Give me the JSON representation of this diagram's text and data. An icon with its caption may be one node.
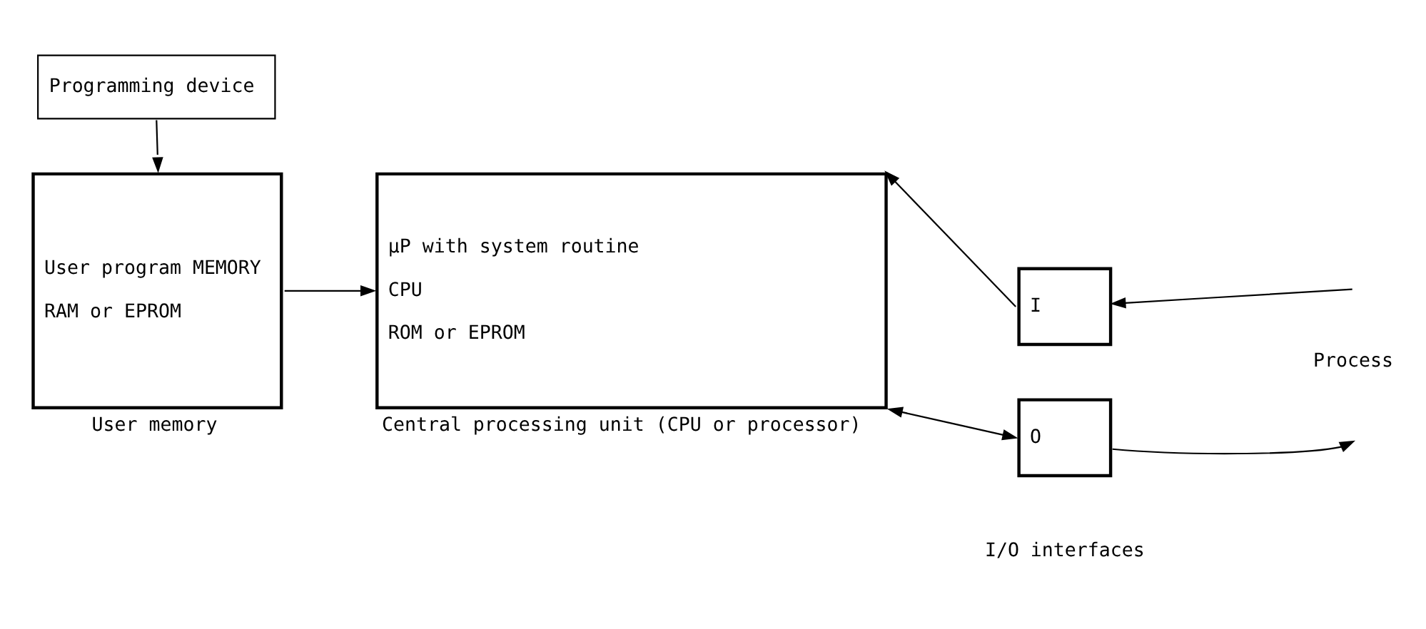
{
  "diagram": {
    "nodes": [
      {
        "text": [
          "Programming device"
        ]
      },
      {
        "text": [
          "User program MEMORY",
          "RAM or EPROM"
        ],
        "beside": [
          "User memory"
        ]
      },
      {
        "text": [
          "μP with system routine",
          "CPU",
          "ROM or EPROM"
        ],
        "beside": [
          "Central processing unit (CPU or processor)"
        ]
      },
      {
        "text": [
          "I"
        ]
      },
      {
        "text": [
          "O"
        ]
      }
    ],
    "edges": [
      {
        "from": 0,
        "to": 1,
        "arrow": "to"
      },
      {
        "from": 1,
        "to": 2,
        "arrow": "to"
      },
      {
        "from": 3,
        "to": 2,
        "arrow": "to"
      },
      {
        "from": 2,
        "to": 4,
        "arrow": "both"
      },
      {
        "from": null,
        "to": 3,
        "arrow": "to"
      },
      {
        "from": 4,
        "to": null,
        "arrow": "to"
      }
    ],
    "labels": [
      "Process",
      "I/O interfaces"
    ]
  }
}
